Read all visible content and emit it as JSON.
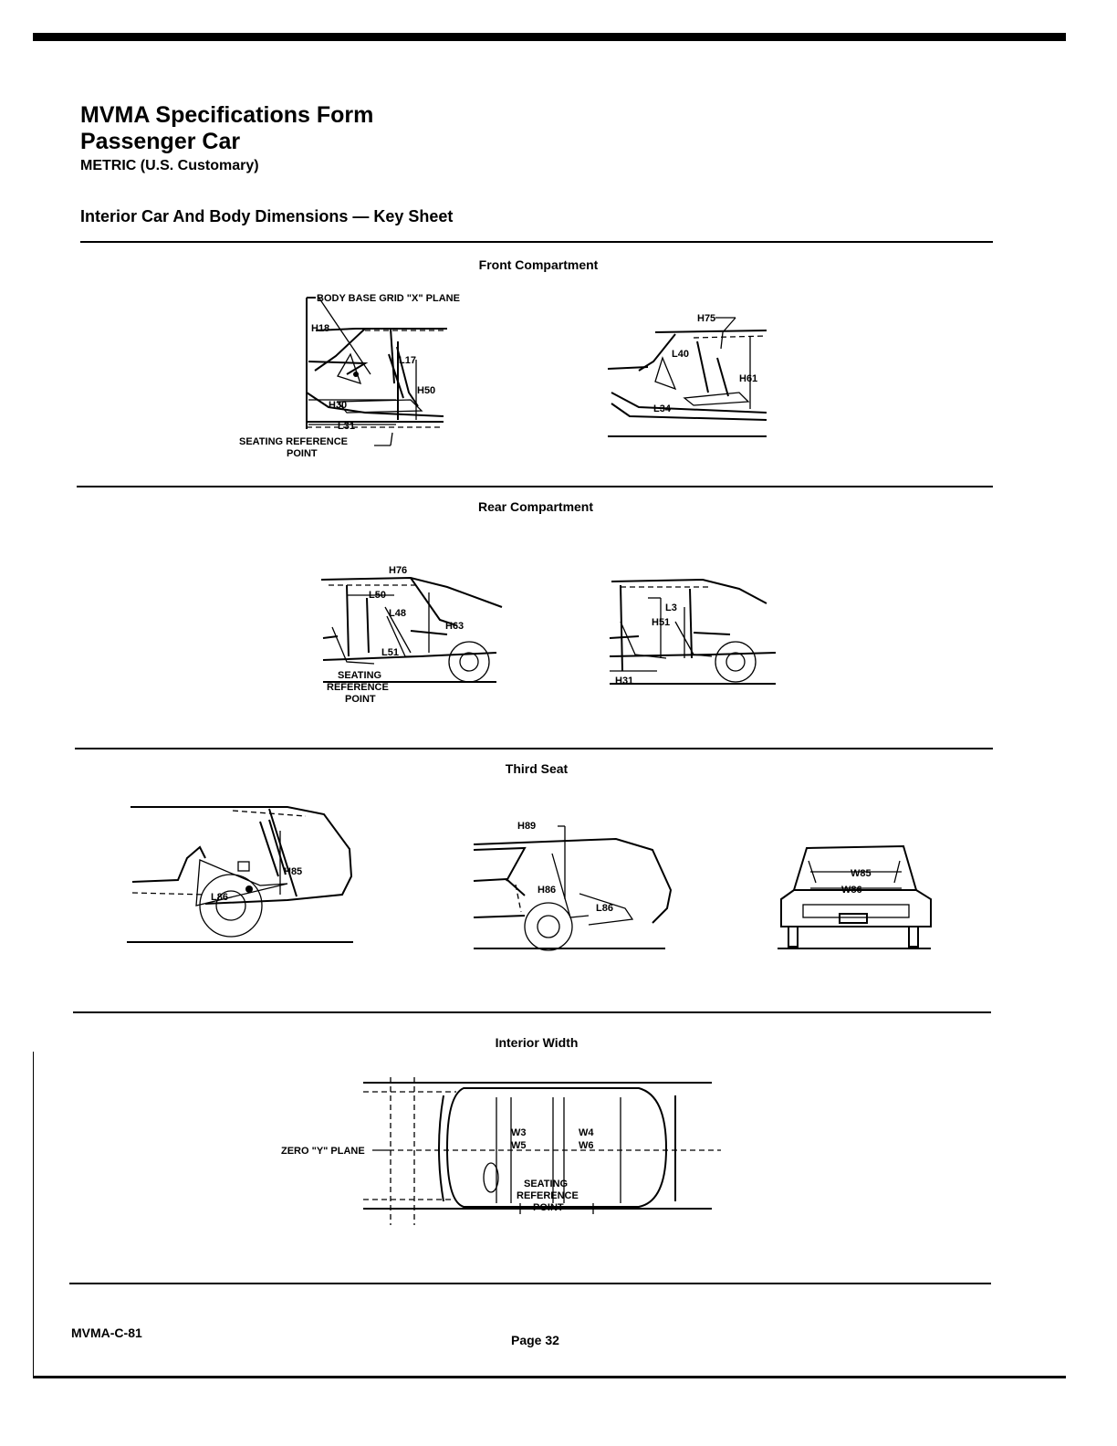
{
  "header": {
    "title": "MVMA Specifications Form",
    "subtitle": "Passenger Car",
    "units": "METRIC (U.S. Customary)",
    "section_title": "Interior Car And Body Dimensions — Key Sheet"
  },
  "sections": {
    "front": {
      "title": "Front Compartment",
      "labels": {
        "grid_plane": "BODY BASE GRID \"X\" PLANE",
        "h18": "H18",
        "l17": "L17",
        "h50": "H50",
        "h30": "H30",
        "l31": "L31",
        "srp_1": "SEATING REFERENCE",
        "srp_2": "POINT",
        "h75": "H75",
        "l40": "L40",
        "h61": "H61",
        "l34": "L34"
      }
    },
    "rear": {
      "title": "Rear Compartment",
      "labels": {
        "h76": "H76",
        "l50": "L50",
        "l48": "L48",
        "h63": "H63",
        "l51": "L51",
        "srp_1": "SEATING",
        "srp_2": "REFERENCE",
        "srp_3": "POINT",
        "l3": "L3",
        "h51": "H51",
        "h31": "H31"
      }
    },
    "third": {
      "title": "Third Seat",
      "labels": {
        "h85": "H85",
        "l86": "L86",
        "h89": "H89",
        "h86": "H86",
        "l86b": "L86",
        "w85": "W85",
        "w86": "W86"
      }
    },
    "width": {
      "title": "Interior Width",
      "labels": {
        "w3": "W3",
        "w5": "W5",
        "w4": "W4",
        "w6": "W6",
        "zero_plane": "ZERO \"Y\" PLANE",
        "srp_1": "SEATING",
        "srp_2": "REFERENCE",
        "srp_3": "POINT"
      }
    }
  },
  "footer": {
    "form_id": "MVMA-C-81",
    "page": "Page 32"
  }
}
